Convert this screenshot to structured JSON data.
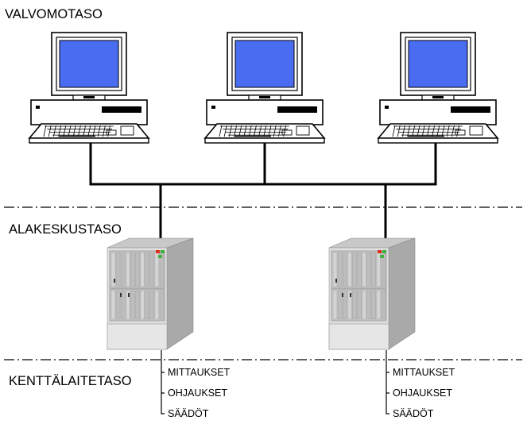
{
  "levels": {
    "control_room": "VALVOMOTASO",
    "substation": "ALAKESKUSTASO",
    "field_devices": "KENTTÄLAITETASO"
  },
  "workstations": [
    {
      "name": "workstation",
      "icon": "computer-workstation-icon"
    },
    {
      "name": "workstation",
      "icon": "computer-workstation-icon"
    },
    {
      "name": "workstation",
      "icon": "computer-workstation-icon"
    }
  ],
  "substations": [
    {
      "icon": "server-cabinet-icon",
      "signals": [
        "MITTAUKSET",
        "OHJAUKSET",
        "SÄÄDÖT"
      ]
    },
    {
      "icon": "server-cabinet-icon",
      "signals": [
        "MITTAUKSET",
        "OHJAUKSET",
        "SÄÄDÖT"
      ]
    }
  ],
  "colors": {
    "screen": "#4a6cf0",
    "monitor_body": "#ffffff",
    "outline": "#000000",
    "cabinet_front": "#dedede",
    "cabinet_side": "#a9a9a9",
    "cabinet_top": "#c8c8c8",
    "led_red": "#e03020",
    "led_green": "#40b040"
  }
}
